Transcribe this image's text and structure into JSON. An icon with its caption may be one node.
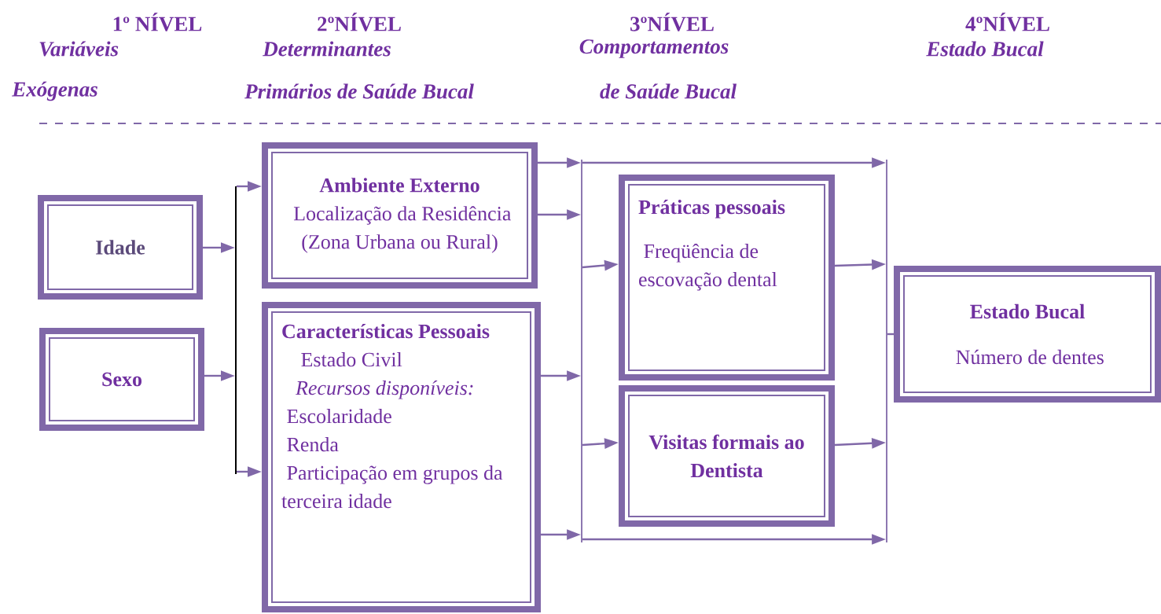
{
  "diagram": {
    "nodes": [
      {
        "text": [
          "Idade"
        ]
      },
      {
        "text": [
          "Sexo"
        ]
      },
      {
        "text": [
          "Ambiente Externo",
          "Localização da Residência (Zona Urbana ou Rural)"
        ]
      },
      {
        "text": [
          "Características Pessoais",
          "Estado Civil",
          "Recursos disponíveis:",
          "Escolaridade",
          "Renda",
          "Participação em grupos da terceira idade"
        ]
      },
      {
        "text": [
          "Práticas pessoais",
          "Freqüência de escovação dental"
        ]
      },
      {
        "text": [
          "Visitas formais ao Dentista"
        ]
      },
      {
        "text": [
          "Estado Bucal",
          "Número de dentes"
        ]
      },
      {
        "text": [],
        "shape": "bar"
      },
      {
        "text": [],
        "shape": "bar"
      },
      {
        "text": [],
        "shape": "bar"
      }
    ],
    "edges": [
      {
        "from": 0,
        "to": 7,
        "arrow": "to"
      },
      {
        "from": 1,
        "to": 7,
        "arrow": "to"
      },
      {
        "from": 7,
        "to": 2,
        "arrow": "to"
      },
      {
        "from": 7,
        "to": 3,
        "arrow": "to"
      },
      {
        "from": 2,
        "to": 8,
        "arrow": "to"
      },
      {
        "from": 2,
        "to": 8,
        "arrow": "to"
      },
      {
        "from": 3,
        "to": 8,
        "arrow": "to"
      },
      {
        "from": 3,
        "to": 8,
        "arrow": "to"
      },
      {
        "from": 8,
        "to": 4,
        "arrow": "to"
      },
      {
        "from": 8,
        "to": 5,
        "arrow": "to"
      },
      {
        "from": 8,
        "to": 9,
        "arrow": "to"
      },
      {
        "from": 8,
        "to": 9,
        "arrow": "to"
      },
      {
        "from": 4,
        "to": 9,
        "arrow": "to"
      },
      {
        "from": 5,
        "to": 9,
        "arrow": "to"
      },
      {
        "from": 9,
        "to": 6,
        "arrow": "none"
      }
    ],
    "labels": [
      "1º NÍVEL",
      "2ºNÍVEL",
      "3ºNÍVEL",
      "4ºNÍVEL",
      "Variáveis",
      "Determinantes",
      "Comportamentos",
      "Estado Bucal",
      "Exógenas",
      "Primários de Saúde Bucal",
      "de Saúde Bucal"
    ]
  }
}
